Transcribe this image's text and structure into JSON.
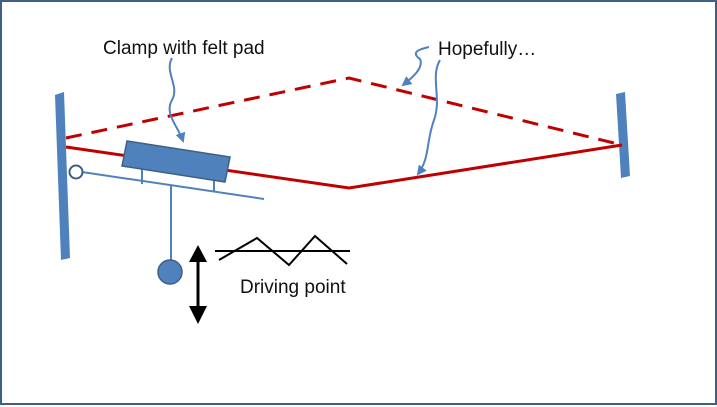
{
  "labels": {
    "clamp": "Clamp with felt pad",
    "hopefully": "Hopefully…",
    "driving_point": "Driving point"
  },
  "colors": {
    "string": "#c00000",
    "structure": "#4f81bd",
    "border": "#3e5f86",
    "text": "#111111",
    "arrow": "#000000"
  },
  "icons": {
    "pivot": "hollow-circle",
    "mass": "filled-circle",
    "motion": "double-headed-vertical-arrow",
    "waveform": "zigzag-wave"
  }
}
